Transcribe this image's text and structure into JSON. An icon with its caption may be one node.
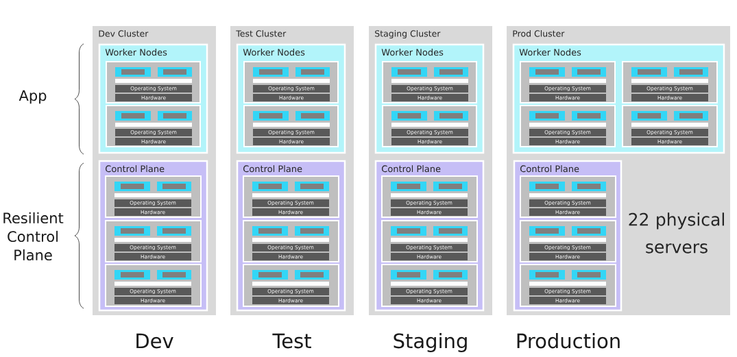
{
  "diagram": {
    "nodes": [
      {
        "text": [
          "Dev Cluster"
        ],
        "beside": [
          "Dev"
        ]
      },
      {
        "text": [
          "Worker Nodes"
        ],
        "in": 0
      },
      {
        "text": [
          "Operating System",
          "Hardware"
        ],
        "in": 1
      },
      {
        "text": [
          "Operating System",
          "Hardware"
        ],
        "in": 1
      },
      {
        "text": [
          "Control Plane"
        ],
        "in": 0
      },
      {
        "text": [
          "Operating System",
          "Hardware"
        ],
        "in": 4
      },
      {
        "text": [
          "Operating System",
          "Hardware"
        ],
        "in": 4
      },
      {
        "text": [
          "Operating System",
          "Hardware"
        ],
        "in": 4
      },
      {
        "text": [
          "Test Cluster"
        ],
        "beside": [
          "Test"
        ]
      },
      {
        "text": [
          "Worker Nodes"
        ],
        "in": 8
      },
      {
        "text": [
          "Operating System",
          "Hardware"
        ],
        "in": 9
      },
      {
        "text": [
          "Operating System",
          "Hardware"
        ],
        "in": 9
      },
      {
        "text": [
          "Control Plane"
        ],
        "in": 8
      },
      {
        "text": [
          "Operating System",
          "Hardware"
        ],
        "in": 12
      },
      {
        "text": [
          "Operating System",
          "Hardware"
        ],
        "in": 12
      },
      {
        "text": [
          "Operating System",
          "Hardware"
        ],
        "in": 12
      },
      {
        "text": [
          "Staging Cluster"
        ],
        "beside": [
          "Staging"
        ]
      },
      {
        "text": [
          "Worker Nodes"
        ],
        "in": 16
      },
      {
        "text": [
          "Operating System",
          "Hardware"
        ],
        "in": 17
      },
      {
        "text": [
          "Operating System",
          "Hardware"
        ],
        "in": 17
      },
      {
        "text": [
          "Control Plane"
        ],
        "in": 16
      },
      {
        "text": [
          "Operating System",
          "Hardware"
        ],
        "in": 20
      },
      {
        "text": [
          "Operating System",
          "Hardware"
        ],
        "in": 20
      },
      {
        "text": [
          "Operating System",
          "Hardware"
        ],
        "in": 20
      },
      {
        "text": [
          "Prod Cluster",
          "22 physical servers"
        ],
        "beside": [
          "Production"
        ]
      },
      {
        "text": [
          "Worker Nodes"
        ],
        "in": 24
      },
      {
        "text": [
          "Operating System",
          "Hardware"
        ],
        "in": 25
      },
      {
        "text": [
          "Operating System",
          "Hardware"
        ],
        "in": 25
      },
      {
        "text": [
          "Operating System",
          "Hardware"
        ],
        "in": 25
      },
      {
        "text": [
          "Operating System",
          "Hardware"
        ],
        "in": 25
      },
      {
        "text": [
          "Control Plane"
        ],
        "in": 24
      },
      {
        "text": [
          "Operating System",
          "Hardware"
        ],
        "in": 30
      },
      {
        "text": [
          "Operating System",
          "Hardware"
        ],
        "in": 30
      },
      {
        "text": [
          "Operating System",
          "Hardware"
        ],
        "in": 30
      }
    ],
    "labels": [
      "App",
      "Resilient Control Plane"
    ]
  }
}
